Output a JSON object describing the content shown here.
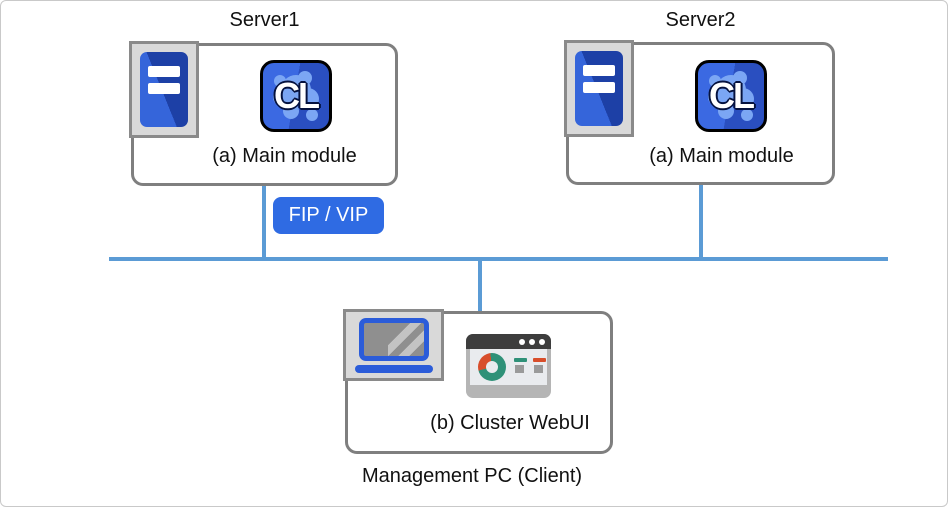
{
  "diagram": {
    "server1": {
      "title": "Server1",
      "module_label": "(a) Main module"
    },
    "server2": {
      "title": "Server2",
      "module_label": "(a) Main module"
    },
    "fip_vip_badge": "FIP / VIP",
    "cl_logo_text": "CL",
    "management_pc": {
      "module_label": "(b) Cluster WebUI",
      "caption": "Management PC (Client)"
    },
    "colors": {
      "network_line": "#5b9bd5",
      "badge_blue": "#2f6be3",
      "box_border": "#7f7f7f",
      "server_blue_light": "#3565da",
      "server_blue_dark": "#1d40a6",
      "cl_border": "#000000",
      "cl_background": "#3b69e2",
      "cl_blob_blue": "#7ba6f4",
      "laptop_blue": "#2b5cd9",
      "icon_frame_gray": "#8a8a8a",
      "icon_bg_gray": "#d9d9d9",
      "webui_teal": "#2f9178",
      "webui_red": "#d84e2b",
      "webui_header": "#3d3d3d"
    }
  }
}
